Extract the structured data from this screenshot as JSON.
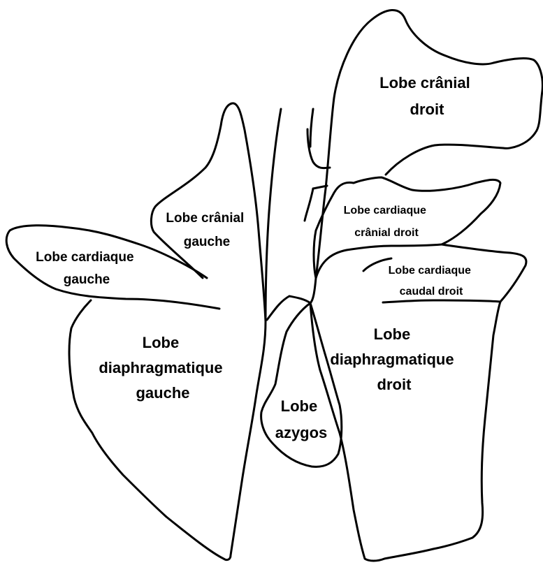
{
  "labels": {
    "cranial_droit": [
      "Lobe crânial",
      "droit"
    ],
    "cranial_gauche": [
      "Lobe crânial",
      "gauche"
    ],
    "cardiaque_gauche": [
      "Lobe cardiaque",
      "gauche"
    ],
    "cardiaque_cranial_droit": [
      "Lobe cardiaque",
      "crânial droit"
    ],
    "cardiaque_caudal_droit": [
      "Lobe cardiaque",
      "caudal droit"
    ],
    "diaphragmatique_gauche": [
      "Lobe",
      "diaphragmatique",
      "gauche"
    ],
    "diaphragmatique_droit": [
      "Lobe",
      "diaphragmatique",
      "droit"
    ],
    "azygos": [
      "Lobe",
      "azygos"
    ]
  }
}
